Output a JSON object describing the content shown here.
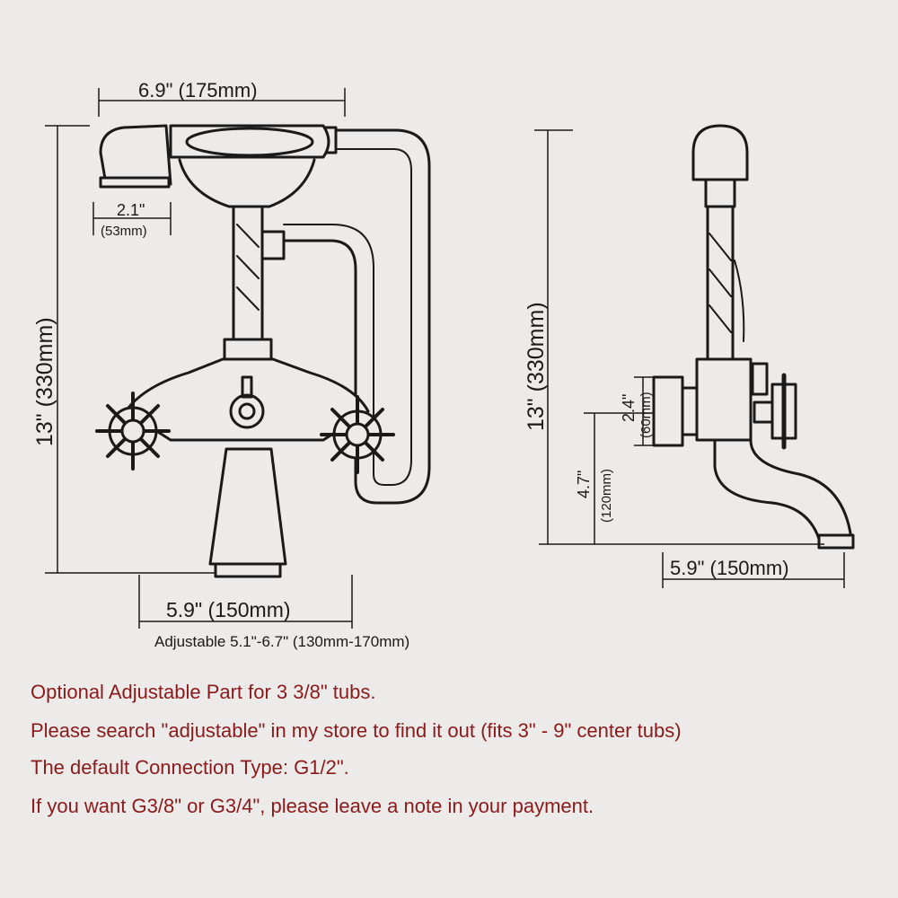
{
  "front_view": {
    "handset_width": "6.9\" (175mm)",
    "head_width_in": "2.1\"",
    "head_width_mm": "(53mm)",
    "height": "13\" (330mm)",
    "base_width": "5.9\" (150mm)",
    "adjustable": "Adjustable 5.1\"-6.7\" (130mm-170mm)"
  },
  "side_view": {
    "height": "13\" (330mm)",
    "inlet_in": "2.4\"",
    "inlet_mm": "(60mm)",
    "spout_height_in": "4.7\"",
    "spout_height_mm": "(120mm)",
    "spout_reach": "5.9\" (150mm)"
  },
  "notes": {
    "line1": "Optional Adjustable Part for 3 3/8\" tubs.",
    "line2": "Please search \"adjustable\" in my store to find it out (fits 3\" - 9\" center tubs)",
    "line3": "The default Connection Type: G1/2\".",
    "line4": "If you want G3/8\" or G3/4\", please leave a note in your payment."
  },
  "colors": {
    "outline": "#1a1a1a",
    "note_text": "#8b1a1a",
    "background": "#ecebe9"
  }
}
